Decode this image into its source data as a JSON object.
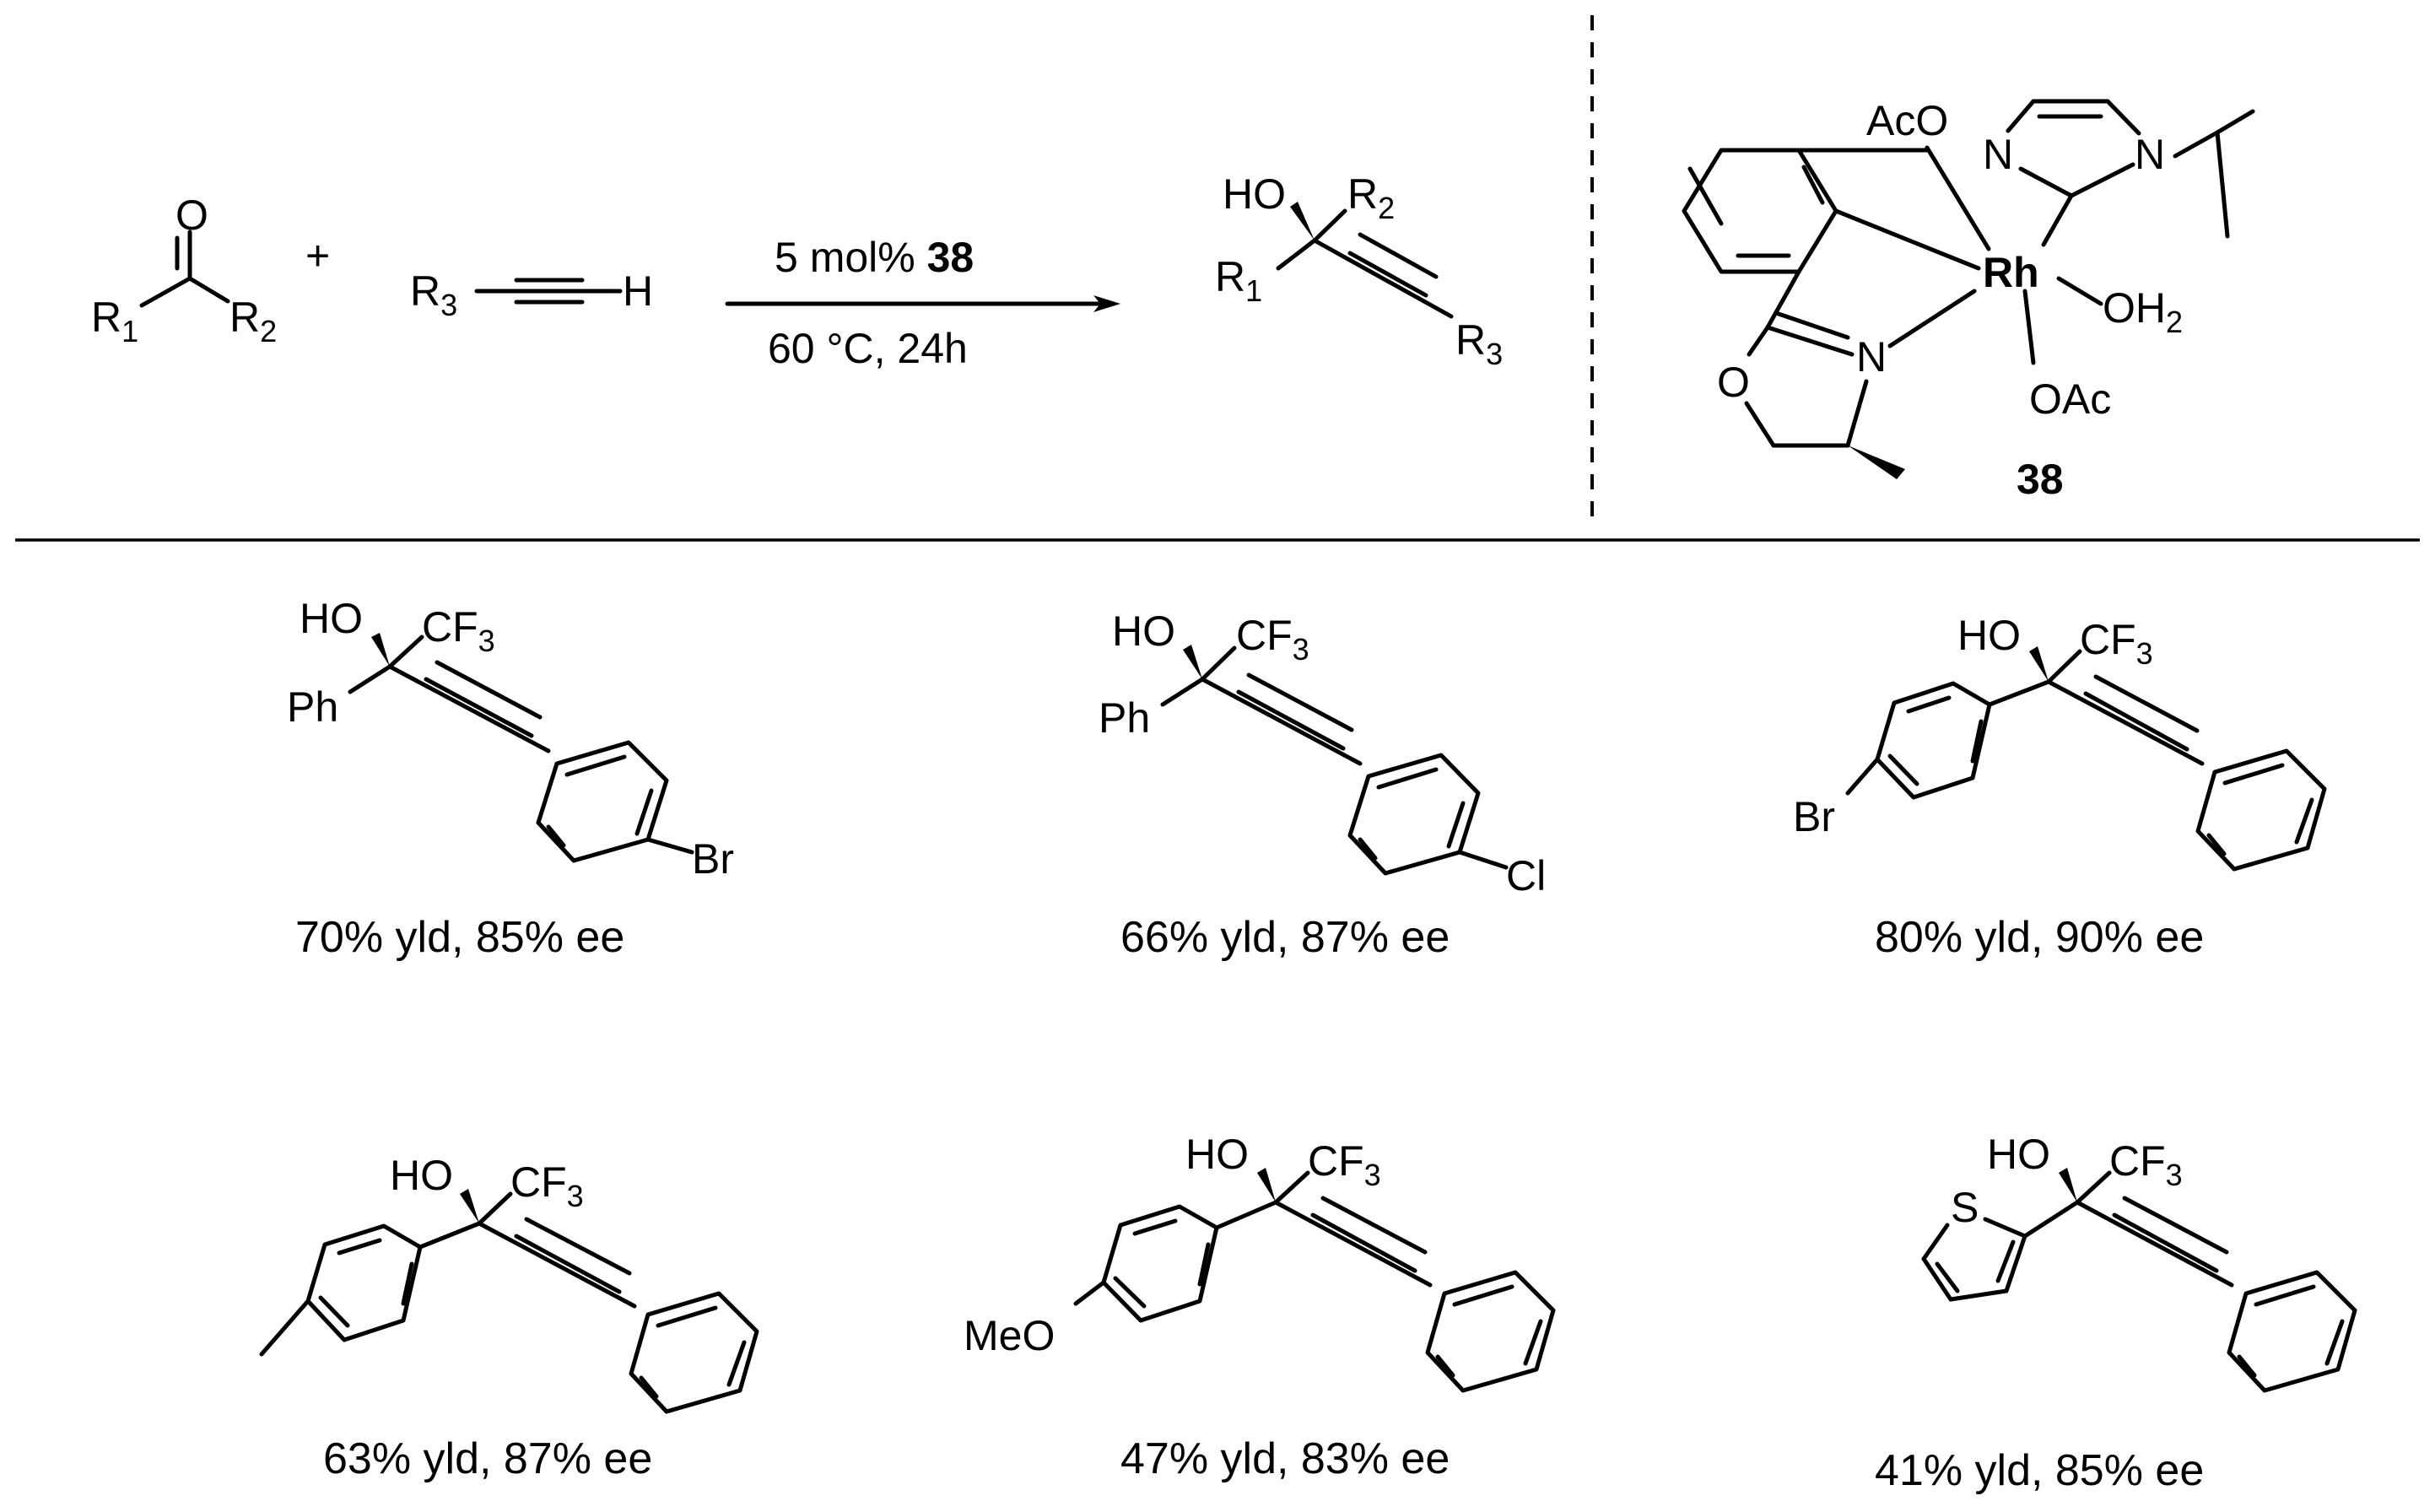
{
  "reaction": {
    "ketone": {
      "o_label": "O",
      "r1": "R",
      "r1_sub": "1",
      "r2": "R",
      "r2_sub": "2"
    },
    "plus_sign": "+",
    "alkyne": {
      "r3": "R",
      "r3_sub": "3",
      "h_label": "H"
    },
    "conditions_line1_prefix": "5 mol% ",
    "conditions_line1_bold": "38",
    "conditions_line2": "60 °C, 24h",
    "product": {
      "ho": "HO",
      "r1": "R",
      "r1_sub": "1",
      "r2": "R",
      "r2_sub": "2",
      "r3": "R",
      "r3_sub": "3"
    }
  },
  "catalyst": {
    "aco": "AcO",
    "n_top": "N",
    "n_right": "N",
    "rh": "Rh",
    "oh2": "OH",
    "oh2_sub": "2",
    "oac": "OAc",
    "n_oxazoline": "N",
    "o_oxazoline": "O",
    "label": "38"
  },
  "products": [
    {
      "ho": "HO",
      "cf3": "CF",
      "cf3_sub": "3",
      "left_group": "Ph",
      "para_sub": "Br",
      "caption": "70% yld, 85% ee"
    },
    {
      "ho": "HO",
      "cf3": "CF",
      "cf3_sub": "3",
      "left_group": "Ph",
      "para_sub": "Cl",
      "caption": "66% yld, 87% ee"
    },
    {
      "ho": "HO",
      "cf3": "CF",
      "cf3_sub": "3",
      "left_aryl_sub": "Br",
      "caption": "80% yld, 90% ee"
    },
    {
      "ho": "HO",
      "cf3": "CF",
      "cf3_sub": "3",
      "left_aryl_sub": "methyl",
      "caption": "63% yld, 87% ee"
    },
    {
      "ho": "HO",
      "cf3": "CF",
      "cf3_sub": "3",
      "left_aryl_sub": "MeO",
      "caption": "47% yld, 83% ee"
    },
    {
      "ho": "HO",
      "cf3": "CF",
      "cf3_sub": "3",
      "heteroaryl_atom": "S",
      "caption": "41% yld, 85% ee"
    }
  ]
}
